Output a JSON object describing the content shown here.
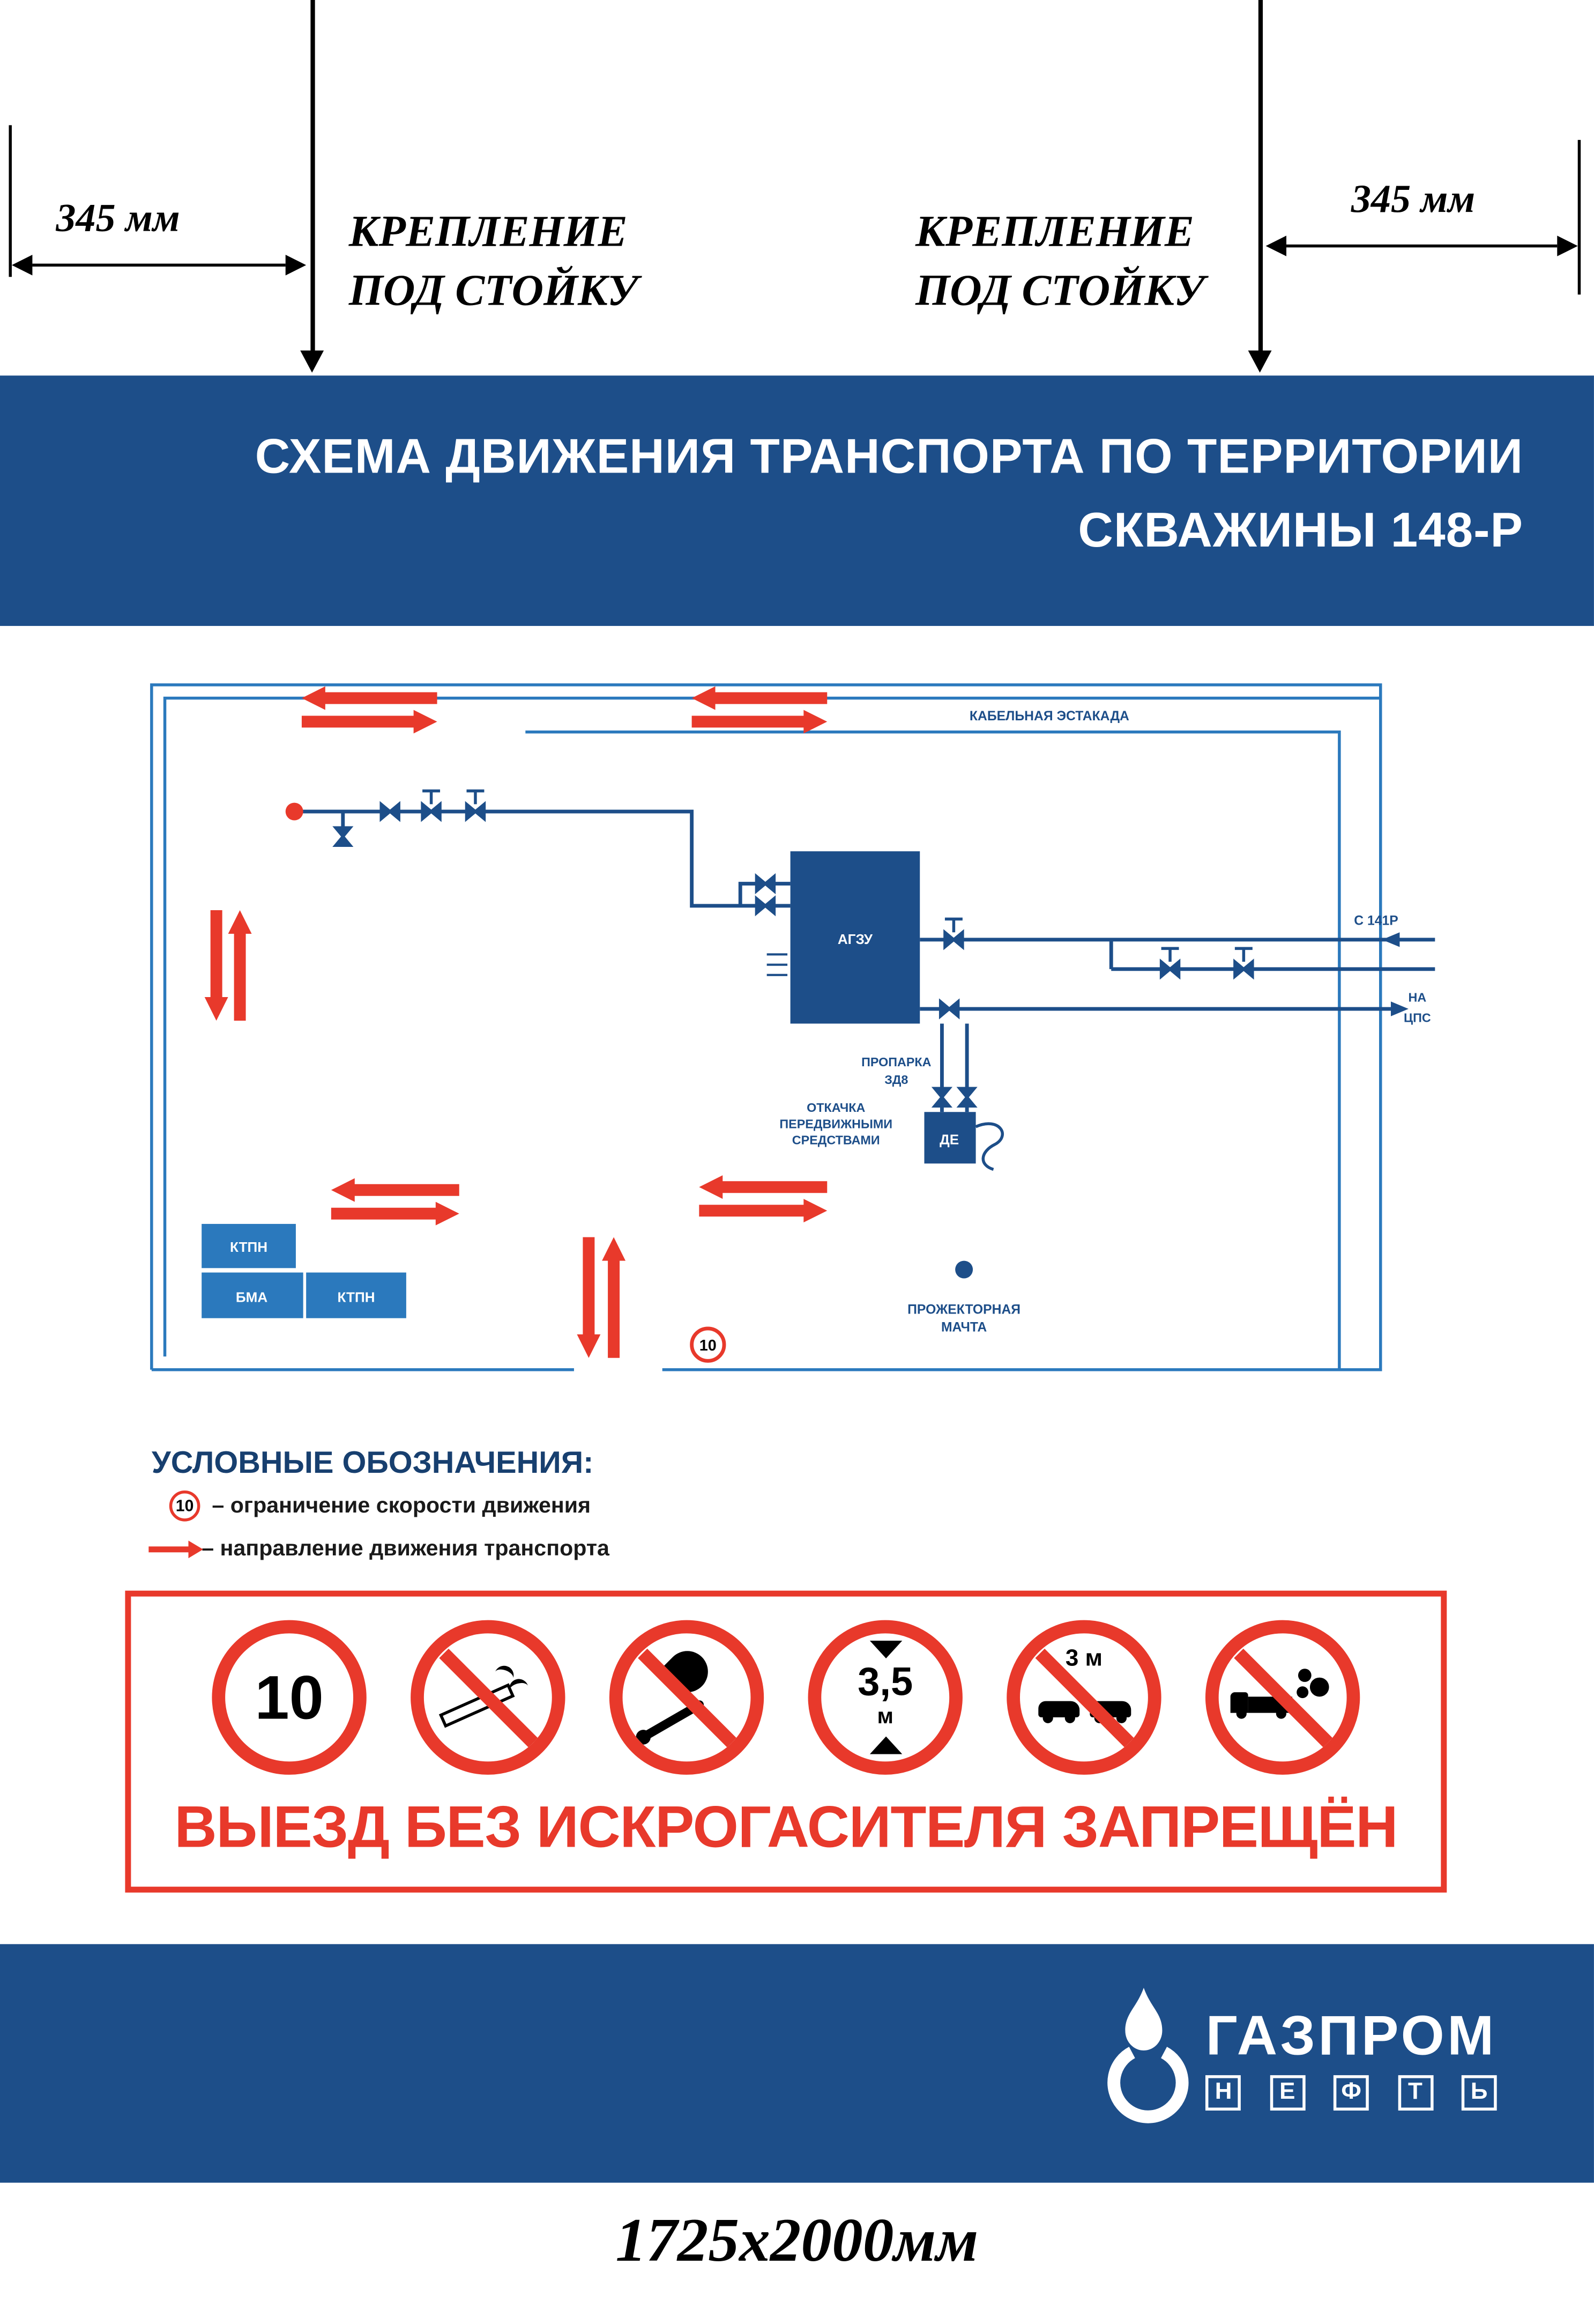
{
  "colors": {
    "navy_band": "#1d4e89",
    "diagram_blue": "#2b79bd",
    "accent_red": "#e8392b"
  },
  "annotations": {
    "dim_left": "345 мм",
    "dim_right": "345 мм",
    "mount_left": {
      "line1": "КРЕПЛЕНИЕ",
      "line2": "ПОД СТОЙКУ"
    },
    "mount_right": {
      "line1": "КРЕПЛЕНИЕ",
      "line2": "ПОД СТОЙКУ"
    }
  },
  "header": {
    "title_line1": "СХЕМА ДВИЖЕНИЯ ТРАНСПОРТА ПО ТЕРРИТОРИИ",
    "title_line2": "СКВАЖИНЫ 148-Р"
  },
  "diagram": {
    "cable_rack": "КАБЕЛЬНАЯ ЭСТАКАДА",
    "agzu": "АГЗУ",
    "from_well": "С 141Р",
    "to_cps": {
      "line1": "НА",
      "line2": "ЦПС"
    },
    "steaming": {
      "line1": "ПРОПАРКА",
      "line2": "ЗД8"
    },
    "pumping": {
      "line1": "ОТКАЧКА",
      "line2": "ПЕРЕДВИЖНЫМИ",
      "line3": "СРЕДСТВАМИ"
    },
    "de": "ДЕ",
    "ktpn_a": "КТПН",
    "bma": "БМА",
    "ktpn_b": "КТПН",
    "mast": {
      "line1": "ПРОЖЕКТОРНАЯ",
      "line2": "МАЧТА"
    },
    "speed_sign": "10"
  },
  "legend": {
    "title": "УСЛОВНЫЕ ОБОЗНАЧЕНИЯ:",
    "speed_badge": "10",
    "item_speed": "– ограничение скорости движения",
    "item_direction": "– направление движения транспорта"
  },
  "signs": {
    "speed": "10",
    "height": "3,5",
    "height_unit": "м",
    "distance": "3 м",
    "banner": "ВЫЕЗД БЕЗ ИСКРОГАСИТЕЛЯ ЗАПРЕЩЁН"
  },
  "footer": {
    "brand": "ГАЗПРОМ",
    "letters": [
      "Н",
      "Е",
      "Ф",
      "Т",
      "Ь"
    ]
  },
  "size_note": "1725х2000мм"
}
